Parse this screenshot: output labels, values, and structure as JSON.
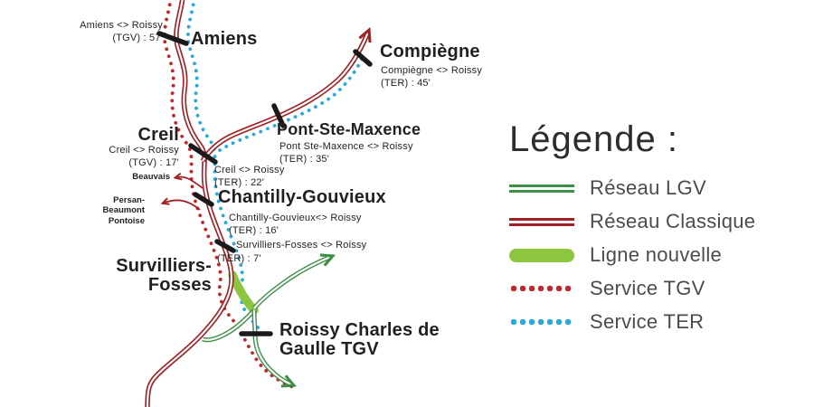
{
  "map": {
    "stations": {
      "amiens": {
        "name": "Amiens",
        "connection": "Amiens <> Roissy\n(TGV) : 57'"
      },
      "compiegne": {
        "name": "Compiègne",
        "connection": "Compiègne <> Roissy\n(TER) : 45'"
      },
      "pont_ste_maxence": {
        "name": "Pont-Ste-Maxence",
        "connection": "Pont Ste-Maxence <> Roissy\n(TER) : 35'"
      },
      "creil": {
        "name": "Creil",
        "connection_tgv": "Creil <> Roissy\n(TGV) : 17'",
        "connection_ter": "Creil <> Roissy\n(TER) : 22'"
      },
      "chantilly": {
        "name": "Chantilly-Gouvieux",
        "connection": "Chantilly-Gouvieux<> Roissy\n(TER) : 16'"
      },
      "survilliers": {
        "name": "Survilliers-\nFosses",
        "connection_line1": "Survilliers-Fosses <> Roissy",
        "connection_line2": "(TER) : 7'"
      },
      "roissy": {
        "name": "Roissy Charles de\nGaulle TGV"
      },
      "beauvais": {
        "name": "Beauvais"
      },
      "persan": {
        "name": "Persan-Beaumont\nPontoise"
      }
    }
  },
  "legend": {
    "title": "Légende :",
    "items": [
      {
        "label": "Réseau LGV",
        "type": "double-line",
        "color": "#3e8e47"
      },
      {
        "label": "Réseau Classique",
        "type": "double-line",
        "color": "#a02125"
      },
      {
        "label": "Ligne nouvelle",
        "type": "thick-line",
        "color": "#8cc63f"
      },
      {
        "label": "Service TGV",
        "type": "dotted-line",
        "color": "#c1272d"
      },
      {
        "label": "Service TER",
        "type": "dotted-line",
        "color": "#29a8df"
      }
    ]
  },
  "colors": {
    "reseau_classique": "#a02125",
    "reseau_lgv": "#3e8e47",
    "ligne_nouvelle": "#8cc63f",
    "service_tgv": "#c1272d",
    "service_ter": "#29a8df",
    "station_tick": "#1a1a1a",
    "text": "#231f20",
    "legend_text": "#4b4b4b"
  }
}
